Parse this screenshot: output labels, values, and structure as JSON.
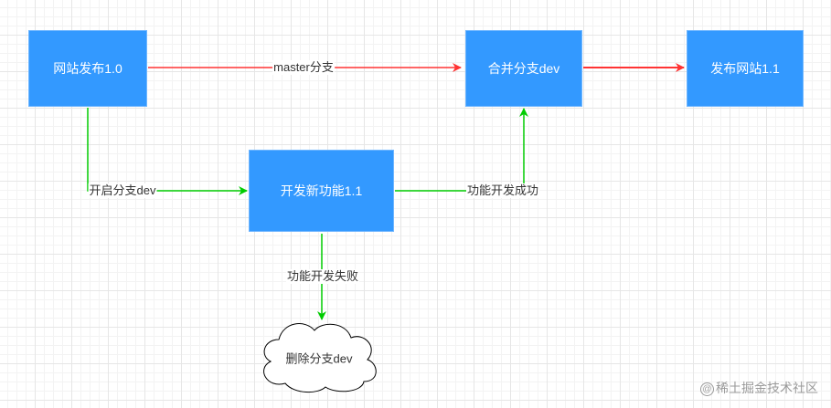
{
  "nodes": {
    "publish_1_0": "网站发布1.0",
    "merge_dev": "合并分支dev",
    "publish_1_1": "发布网站1.1",
    "develop_feature": "开发新功能1.1",
    "delete_dev": "删除分支dev"
  },
  "edges": {
    "master_branch": "master分支",
    "open_dev": "开启分支dev",
    "feature_success": "功能开发成功",
    "feature_fail": "功能开发失败"
  },
  "colors": {
    "box_fill": "#3399ff",
    "red_arrow": "#ff3333",
    "green_arrow": "#00cc00"
  },
  "watermark": {
    "text": "稀土掘金技术社区",
    "icon": "@"
  }
}
